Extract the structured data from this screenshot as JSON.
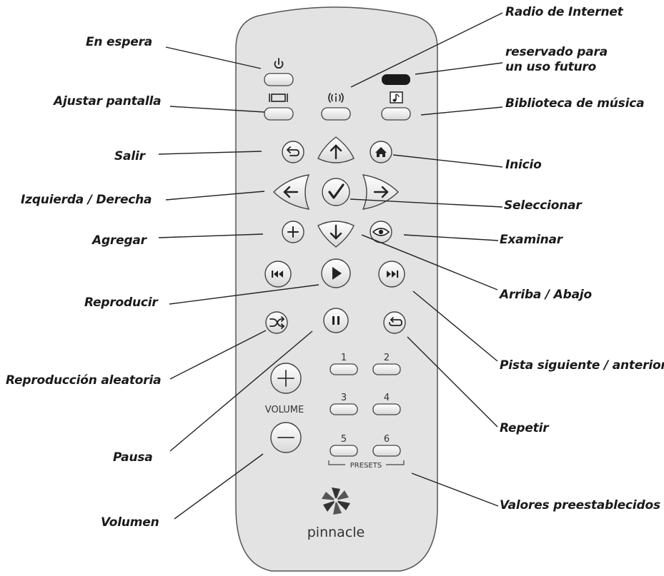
{
  "callouts": {
    "radio_internet": "Radio de Internet",
    "standby": "En espera",
    "reserved": "reservado para\nun uso futuro",
    "adjust_screen": "Ajustar pantalla",
    "music_library": "Biblioteca de música",
    "exit": "Salir",
    "home": "Inicio",
    "left_right": "Izquierda / Derecha",
    "select": "Seleccionar",
    "add": "Agregar",
    "browse": "Examinar",
    "play": "Reproducir",
    "up_down": "Arriba / Abajo",
    "shuffle": "Reproducción aleatoria",
    "next_prev": "Pista siguiente / anterior",
    "repeat": "Repetir",
    "pause": "Pausa",
    "presets": "Valores preestablecidos",
    "volume": "Volumen"
  },
  "remote": {
    "volume_label": "VOLUME",
    "presets_label": "PRESETS",
    "preset_numbers": [
      "1",
      "2",
      "3",
      "4",
      "5",
      "6"
    ],
    "brand": "pinnacle",
    "body_color": "#e3e3e3",
    "outline_color": "#444444"
  },
  "icons": {
    "standby": "power-icon",
    "radio": "broadcast-info-icon",
    "music": "music-note-icon",
    "screen": "screen-adjust-icon",
    "exit": "back-arrow-icon",
    "home": "house-icon",
    "browse": "eye-icon",
    "shuffle": "shuffle-icon",
    "repeat": "repeat-icon"
  }
}
